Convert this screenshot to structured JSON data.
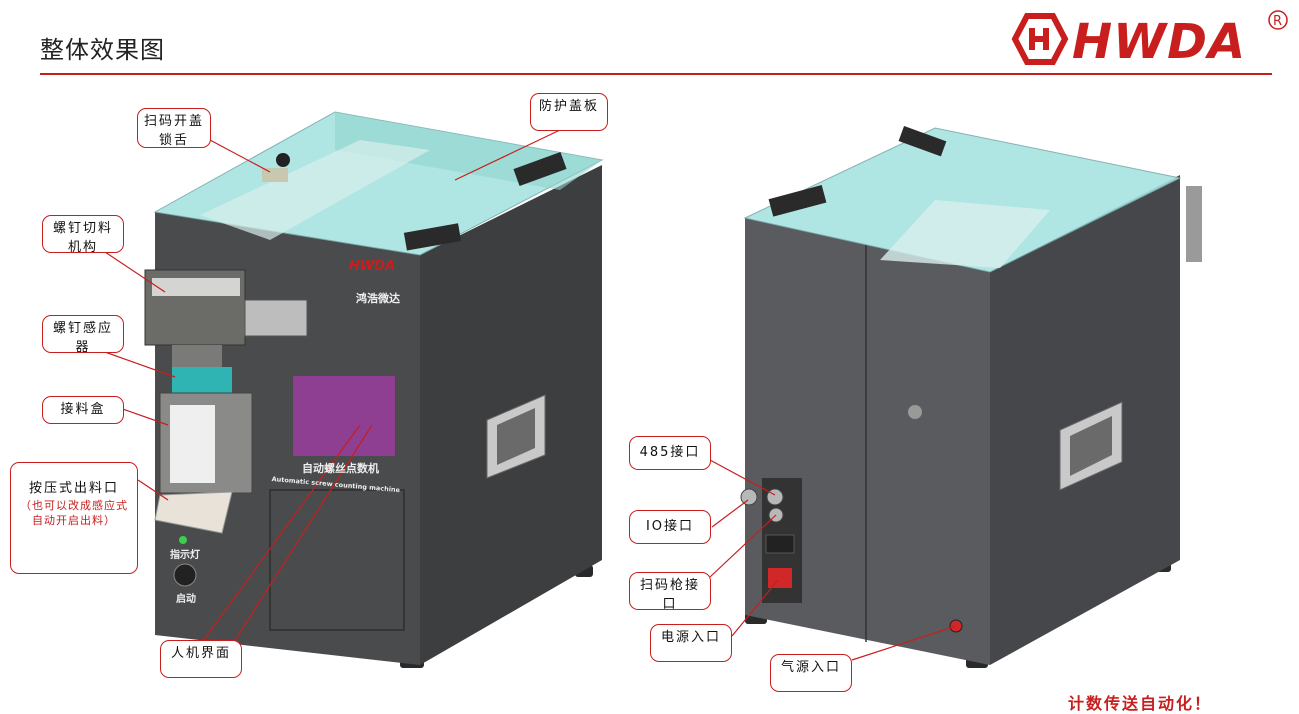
{
  "header": {
    "title": "整体效果图",
    "brand": "HWDA",
    "registered_mark": "R"
  },
  "machine_left": {
    "brand_plate": "HWDA",
    "brand_cn": "鸿浩微达",
    "screen_title_cn": "自动螺丝点数机",
    "screen_title_en": "Automatic screw counting machine",
    "indicator_label": "指示灯",
    "start_label": "启动"
  },
  "callouts": {
    "scan_lock": "扫码开盖锁舌",
    "cover_plate": "防护盖板",
    "cutting_mechanism": "螺钉切料机构",
    "screw_sensor": "螺钉感应器",
    "receiving_box": "接料盒",
    "press_outlet": "按压式出料口",
    "press_outlet_note": "（也可以改成感应式自动开启出料）",
    "hmi": "人机界面",
    "port_485": "485接口",
    "port_io": "IO接口",
    "port_scanner": "扫码枪接口",
    "power_in": "电源入口",
    "air_in": "气源入口"
  },
  "footer_text": "计数传送自动化！",
  "colors": {
    "accent": "#c81e1e",
    "body": "#4a4b4d",
    "body_dark": "#3a3b3d",
    "glass": "#9fe0dc",
    "screen": "#8e3f92",
    "sensor": "#2fb3b3"
  }
}
